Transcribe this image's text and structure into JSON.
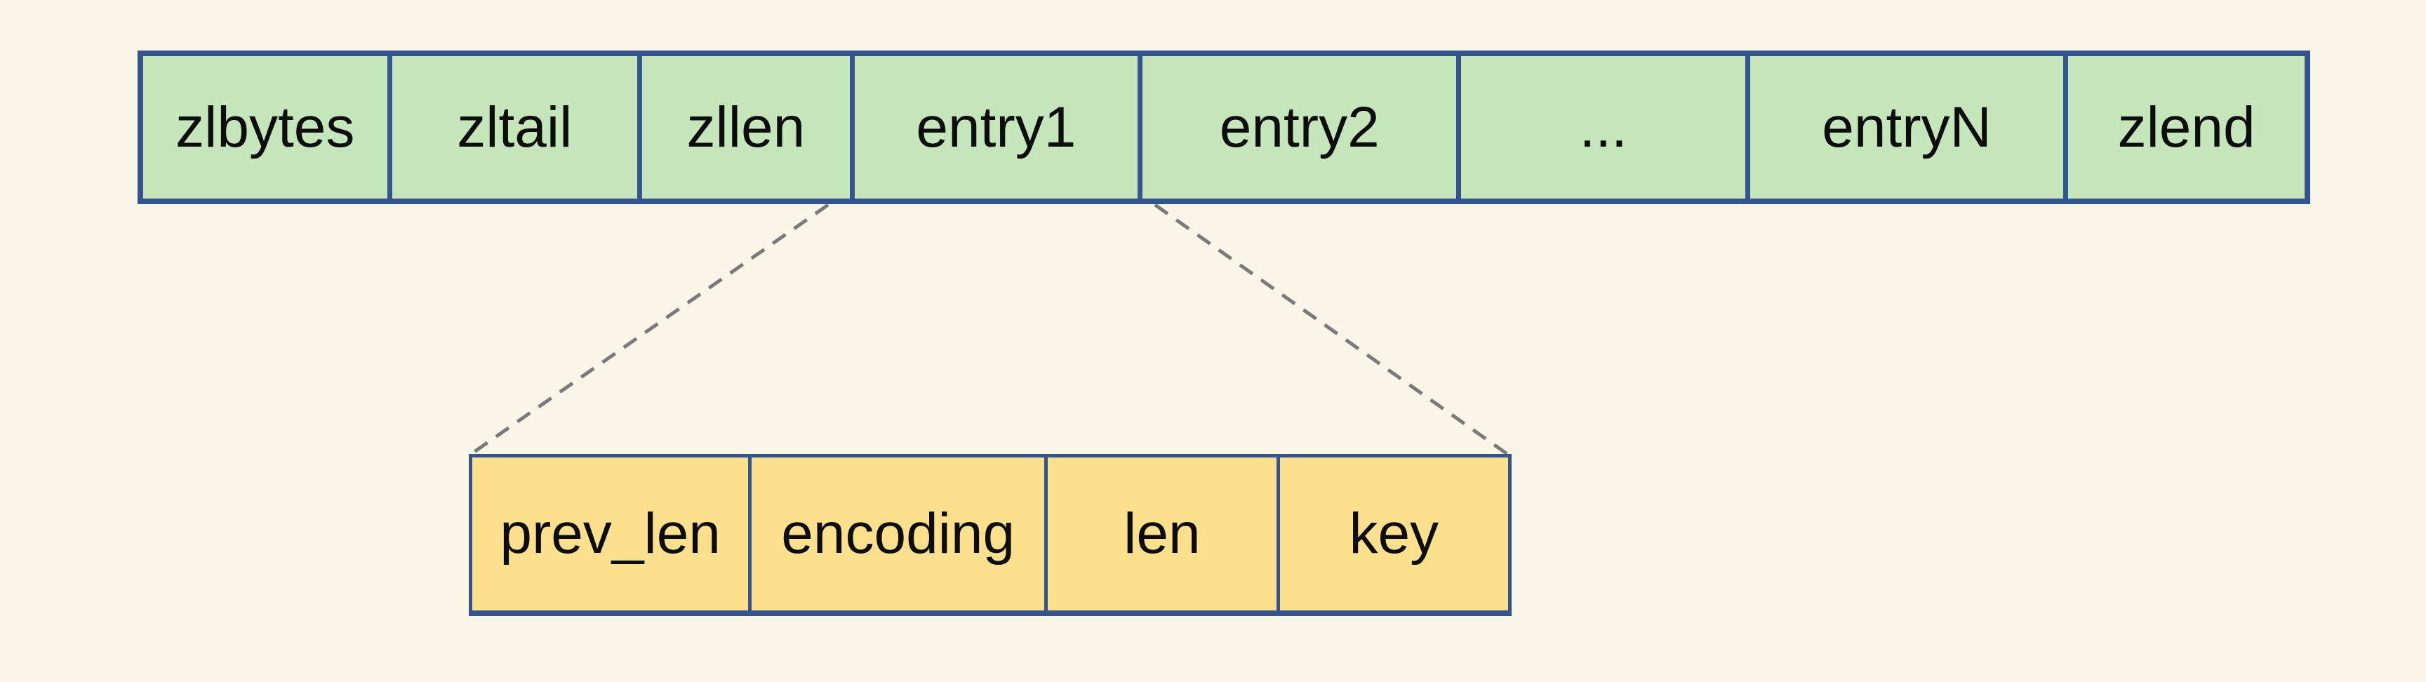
{
  "top_row": {
    "cells": [
      {
        "label": "zlbytes"
      },
      {
        "label": "zltail"
      },
      {
        "label": "zllen"
      },
      {
        "label": "entry1"
      },
      {
        "label": "entry2"
      },
      {
        "label": "..."
      },
      {
        "label": "entryN"
      },
      {
        "label": "zlend"
      }
    ]
  },
  "entry_row": {
    "cells": [
      {
        "label": "prev_len"
      },
      {
        "label": "encoding"
      },
      {
        "label": "len"
      },
      {
        "label": "key"
      }
    ]
  },
  "colors": {
    "background": "#f9f5e7",
    "top_row_fill": "#c5e5bb",
    "entry_row_fill": "#fde08d",
    "border_blue": "#34548f",
    "connector_gray": "#7a7a7a",
    "text": "#0d0d0d"
  }
}
